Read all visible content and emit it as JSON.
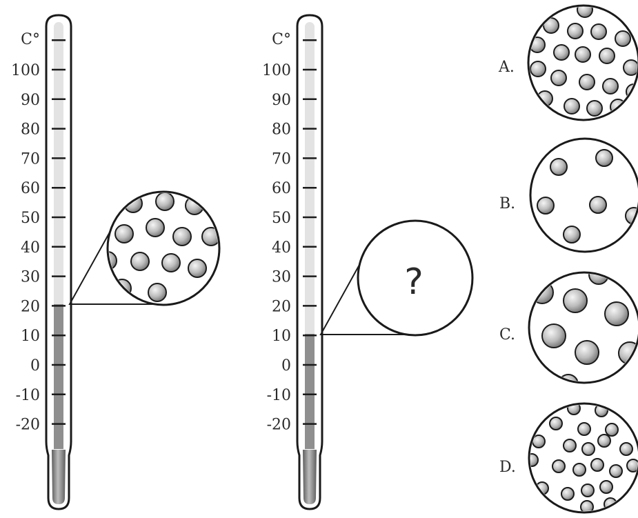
{
  "thermometers": [
    {
      "id": "left",
      "unit": "C°",
      "scale": [
        "100",
        "90",
        "80",
        "70",
        "60",
        "50",
        "40",
        "30",
        "20",
        "10",
        "0",
        "-10",
        "-20"
      ],
      "reading": 20,
      "bubble_content": "particles"
    },
    {
      "id": "right",
      "unit": "C°",
      "scale": [
        "100",
        "90",
        "80",
        "70",
        "60",
        "50",
        "40",
        "30",
        "20",
        "10",
        "0",
        "-10",
        "-20"
      ],
      "reading": 10,
      "bubble_content": "unknown",
      "question": "?"
    }
  ],
  "options": [
    {
      "label": "A.",
      "pattern": "many medium particles, closely packed"
    },
    {
      "label": "B.",
      "pattern": "few medium particles, widely spaced"
    },
    {
      "label": "C.",
      "pattern": "few large particles"
    },
    {
      "label": "D.",
      "pattern": "many small particles"
    }
  ],
  "colors": {
    "line": "#1a1a1a",
    "tube_fill": "#e6e6e6",
    "mercury": "#8f8f8f",
    "particle_light": "#f2f2f2",
    "particle_dark": "#7a7a7a"
  }
}
